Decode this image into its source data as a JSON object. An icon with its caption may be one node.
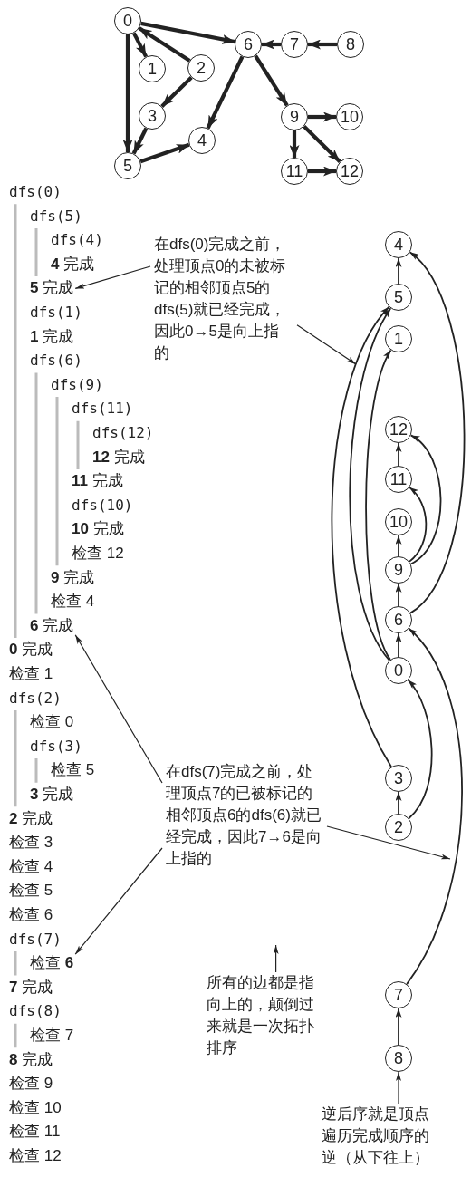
{
  "diagram": {
    "nodes": [
      {
        "text": [
          "0"
        ]
      },
      {
        "text": [
          "1"
        ]
      },
      {
        "text": [
          "2"
        ]
      },
      {
        "text": [
          "3"
        ]
      },
      {
        "text": [
          "4"
        ]
      },
      {
        "text": [
          "5"
        ]
      },
      {
        "text": [
          "6"
        ]
      },
      {
        "text": [
          "7"
        ]
      },
      {
        "text": [
          "8"
        ]
      },
      {
        "text": [
          "9"
        ]
      },
      {
        "text": [
          "10"
        ]
      },
      {
        "text": [
          "11"
        ]
      },
      {
        "text": [
          "12"
        ]
      },
      {
        "text": [
          "4"
        ]
      },
      {
        "text": [
          "5"
        ]
      },
      {
        "text": [
          "1"
        ]
      },
      {
        "text": [
          "12"
        ]
      },
      {
        "text": [
          "11"
        ]
      },
      {
        "text": [
          "10"
        ]
      },
      {
        "text": [
          "9"
        ]
      },
      {
        "text": [
          "6"
        ]
      },
      {
        "text": [
          "0"
        ]
      },
      {
        "text": [
          "3"
        ]
      },
      {
        "text": [
          "2"
        ]
      },
      {
        "text": [
          "7"
        ]
      },
      {
        "text": [
          "8"
        ]
      },
      {
        "text": [
          "**5** 完成"
        ]
      },
      {
        "text": [
          "**6** 完成"
        ]
      },
      {
        "text": [
          "检查 **6**"
        ]
      },
      {
        "text": [
          "在dfs(0)完成之前，处理顶点0的未被标记的相邻顶点5的dfs(5)就已经完成，因此0→5是向上指的"
        ]
      },
      {
        "text": [
          "在dfs(7)完成之前，处理顶点7的已被标记的相邻顶点6的dfs(6)就已经完成，因此7→6是向上指的"
        ]
      },
      {
        "text": [
          "所有的边都是指向上的，颠倒过来就是一次拓扑排序"
        ]
      },
      {
        "text": [
          "逆后序就是顶点遍历完成顺序的逆（从下往上）"
        ]
      }
    ],
    "edges": [
      {
        "from": 0,
        "to": 6,
        "arrow": "to",
        "style": "thick"
      },
      {
        "from": 0,
        "to": 1,
        "arrow": "to",
        "style": "thick"
      },
      {
        "from": 2,
        "to": 0,
        "arrow": "to",
        "style": "thick"
      },
      {
        "from": 0,
        "to": 5,
        "arrow": "to",
        "style": "thick"
      },
      {
        "from": 2,
        "to": 3,
        "arrow": "to",
        "style": "thick"
      },
      {
        "from": 3,
        "to": 5,
        "arrow": "to",
        "style": "thick"
      },
      {
        "from": 5,
        "to": 4,
        "arrow": "to",
        "style": "thick"
      },
      {
        "from": 6,
        "to": 4,
        "arrow": "to",
        "style": "thick"
      },
      {
        "from": 7,
        "to": 6,
        "arrow": "to",
        "style": "thick"
      },
      {
        "from": 8,
        "to": 7,
        "arrow": "to",
        "style": "thick"
      },
      {
        "from": 6,
        "to": 9,
        "arrow": "to",
        "style": "thick"
      },
      {
        "from": 9,
        "to": 10,
        "arrow": "to",
        "style": "thick"
      },
      {
        "from": 9,
        "to": 11,
        "arrow": "to",
        "style": "thick"
      },
      {
        "from": 9,
        "to": 12,
        "arrow": "to",
        "style": "thick"
      },
      {
        "from": 11,
        "to": 12,
        "arrow": "to",
        "style": "thick"
      },
      {
        "from": 14,
        "to": 13,
        "arrow": "to"
      },
      {
        "from": 21,
        "to": 15,
        "arrow": "to"
      },
      {
        "from": 17,
        "to": 16,
        "arrow": "to"
      },
      {
        "from": 19,
        "to": 18,
        "arrow": "to"
      },
      {
        "from": 19,
        "to": 17,
        "arrow": "to"
      },
      {
        "from": 19,
        "to": 16,
        "arrow": "to"
      },
      {
        "from": 20,
        "to": 19,
        "arrow": "to"
      },
      {
        "from": 20,
        "to": 13,
        "arrow": "to"
      },
      {
        "from": 21,
        "to": 20,
        "arrow": "to"
      },
      {
        "from": 21,
        "to": 14,
        "arrow": "to"
      },
      {
        "from": 22,
        "to": 14,
        "arrow": "to"
      },
      {
        "from": 23,
        "to": 22,
        "arrow": "to"
      },
      {
        "from": 23,
        "to": 21,
        "arrow": "to"
      },
      {
        "from": 24,
        "to": 20,
        "arrow": "to"
      },
      {
        "from": 25,
        "to": 24,
        "arrow": "to"
      },
      {
        "from": 29,
        "to": 26,
        "arrow": "to"
      },
      {
        "from": 29,
        "to": null,
        "arrow": "to"
      },
      {
        "from": 30,
        "to": 27,
        "arrow": "to"
      },
      {
        "from": 30,
        "to": 28,
        "arrow": "to"
      },
      {
        "from": 30,
        "to": null,
        "arrow": "to"
      },
      {
        "from": 31,
        "to": null,
        "arrow": "to"
      },
      {
        "from": 32,
        "to": 25,
        "arrow": "to"
      }
    ],
    "labels": [
      "dfs(0)",
      "dfs(5)",
      "dfs(4)",
      "**4** 完成",
      "dfs(1)",
      "**1** 完成",
      "dfs(6)",
      "dfs(9)",
      "dfs(11)",
      "dfs(12)",
      "**12** 完成",
      "**11** 完成",
      "dfs(10)",
      "**10** 完成",
      "检查 12",
      "**9** 完成",
      "检查 4",
      "**0** 完成",
      "检查 1",
      "dfs(2)",
      "检查 0",
      "dfs(3)",
      "检查 5",
      "**3** 完成",
      "**2** 完成",
      "检查 3",
      "检查 4",
      "检查 5",
      "检查 6",
      "dfs(7)",
      "**7** 完成",
      "dfs(8)",
      "检查 7",
      "**8** 完成",
      "检查 9",
      "检查 10",
      "检查 11",
      "检查 12"
    ]
  }
}
